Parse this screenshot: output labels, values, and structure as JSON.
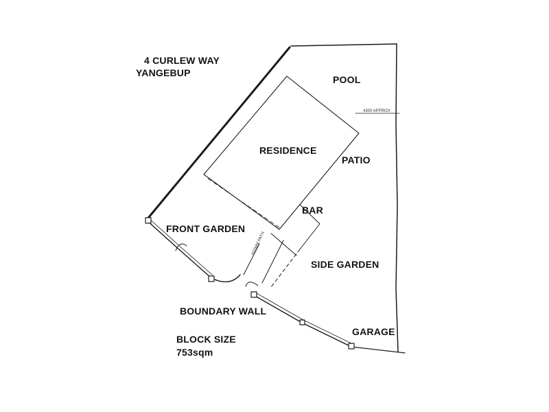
{
  "address": {
    "line1": "4 CURLEW WAY",
    "line2": "YANGEBUP"
  },
  "areas": {
    "pool": "POOL",
    "residence": "RESIDENCE",
    "patio": "PATIO",
    "bar": "BAR",
    "front_garden": "FRONT GARDEN",
    "side_garden": "SIDE GARDEN",
    "boundary_wall": "BOUNDARY WALL",
    "garage": "GARAGE"
  },
  "dimensions": {
    "patio_width": "4300 APPROX",
    "side_path": "600MM PATH"
  },
  "block": {
    "label": "BLOCK SIZE",
    "value": "753sqm"
  }
}
